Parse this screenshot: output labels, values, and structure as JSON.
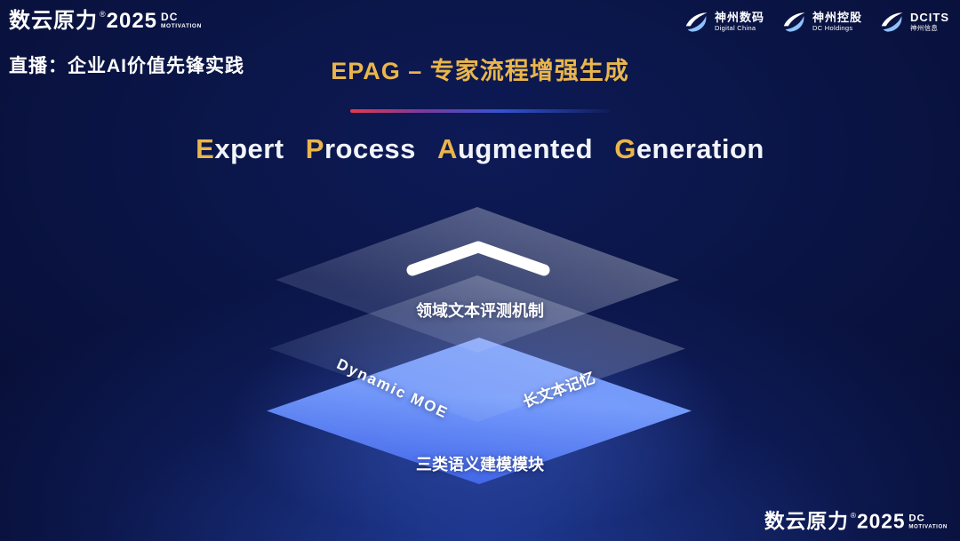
{
  "brand": {
    "name": "数云原力",
    "reg": "®",
    "year": "2025",
    "dc": "DC",
    "motivation": "MOTIVATION"
  },
  "header": {
    "live_label": "直播：企业AI价值先锋实践"
  },
  "partners": [
    {
      "name": "神州数码",
      "sub": "Digital China"
    },
    {
      "name": "神州控股",
      "sub": "DC Holdings"
    },
    {
      "name": "DCITS",
      "sub": "神州信息"
    }
  ],
  "title": {
    "text": "EPAG – 专家流程增强生成"
  },
  "heading": {
    "words": [
      {
        "initial": "E",
        "rest": "xpert"
      },
      {
        "initial": "P",
        "rest": "rocess"
      },
      {
        "initial": "A",
        "rest": "ugmented"
      },
      {
        "initial": "G",
        "rest": "eneration"
      }
    ]
  },
  "stack": {
    "top_label": "领域文本评测机制",
    "middle_left_label": "Dynamic MOE",
    "middle_right_label": "长文本记忆",
    "bottom_label": "三类语义建模模块"
  },
  "colors": {
    "accent_gold": "#eab64b",
    "layer_blue": "#3a5ee8",
    "divider_red": "#e23a4c",
    "background_navy": "#081038"
  }
}
